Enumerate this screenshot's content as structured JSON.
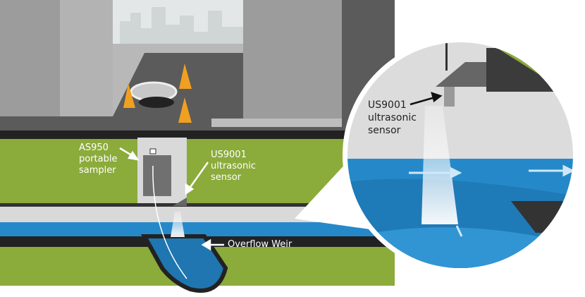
{
  "labels": {
    "sampler": [
      "AS950",
      "portable",
      "sampler"
    ],
    "sensor": [
      "US9001",
      "ultrasonic",
      "sensor"
    ],
    "weir": "Overflow Weir",
    "zoom_sensor": [
      "US9001",
      "ultrasonic",
      "sensor"
    ]
  },
  "colors": {
    "grass": "#8bab3b",
    "water": "#2589c9",
    "road": "#5b5b5b",
    "building": "#9c9c9c",
    "walkway": "#d9d9d9",
    "cone": "#f0a020"
  }
}
